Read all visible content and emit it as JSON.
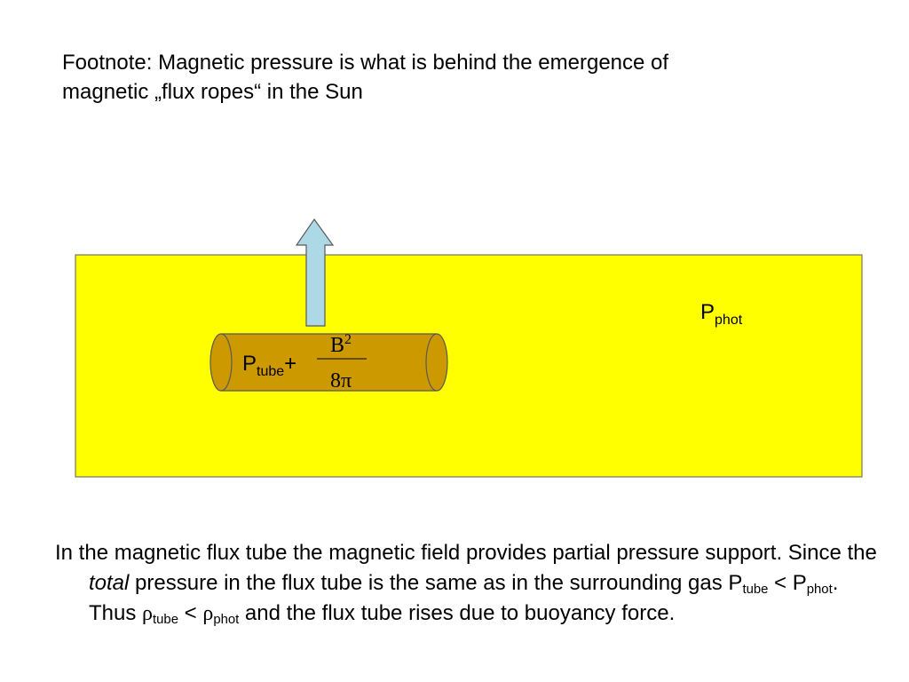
{
  "footnote": {
    "line1": "Footnote: Magnetic pressure is what is behind the emergence of",
    "line2": "magnetic „flux ropes“ in the Sun"
  },
  "diagram": {
    "colors": {
      "medium_fill": "#ffff00",
      "tube_fill": "#cc9900",
      "arrow_fill": "#add8e6",
      "outline": "#595959"
    },
    "outside_label": {
      "base": "P",
      "sub": "phot"
    },
    "tube_label": {
      "base": "P",
      "sub": "tube",
      "plus": "+",
      "numerator_base": "B",
      "numerator_exp": "2",
      "denominator": "8π"
    }
  },
  "body": {
    "t1": "In the magnetic flux tube the magnetic field provides partial pressure support. Since the ",
    "t2_italic": "total",
    "t3": " pressure in the flux tube is the same as in the surrounding gas P",
    "s1": "tube",
    "t4": " < P",
    "s2": "phot",
    "t5": ". Thus ",
    "rho1": "ρ",
    "s3": "tube",
    "t6": " < ",
    "rho2": "ρ",
    "s4": "phot",
    "t7": " and the flux tube rises due to buoyancy force."
  }
}
